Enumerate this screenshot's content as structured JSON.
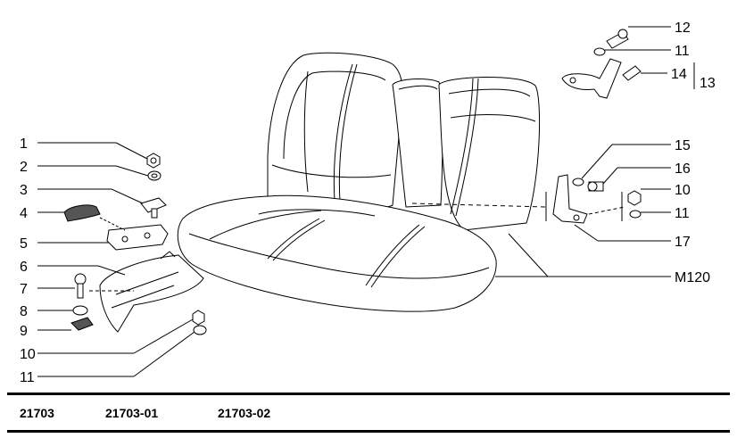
{
  "callouts": {
    "c1": "1",
    "c2": "2",
    "c3": "3",
    "c4": "4",
    "c5": "5",
    "c6": "6",
    "c7": "7",
    "c8": "8",
    "c9": "9",
    "c10a": "10",
    "c11a": "11",
    "c12": "12",
    "c11b": "11",
    "c14": "14",
    "c13": "13",
    "c15": "15",
    "c16": "16",
    "c10b": "10",
    "c11c": "11",
    "c17": "17",
    "m120": "M120"
  },
  "models": [
    "21703",
    "21703-01",
    "21703-02"
  ]
}
